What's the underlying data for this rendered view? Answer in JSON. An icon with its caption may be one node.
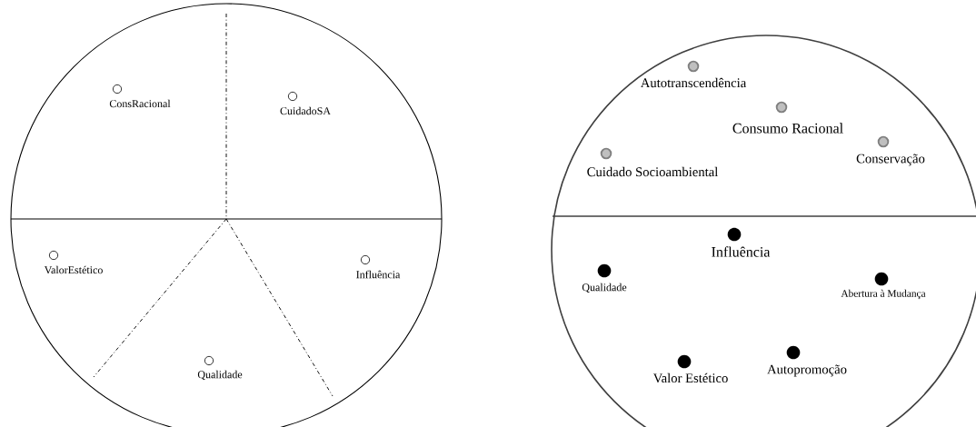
{
  "diagram": {
    "labels": [
      "ConsRacional",
      "CuidadoSA",
      "ValorEstético",
      "Influência",
      "Qualidade",
      "Autotranscendência",
      "Consumo Racional",
      "Cuidado Socioambiental",
      "Conservação",
      "Influência",
      "Qualidade",
      "Abertura à Mudança",
      "Valor Estético",
      "Autopromoção"
    ]
  }
}
